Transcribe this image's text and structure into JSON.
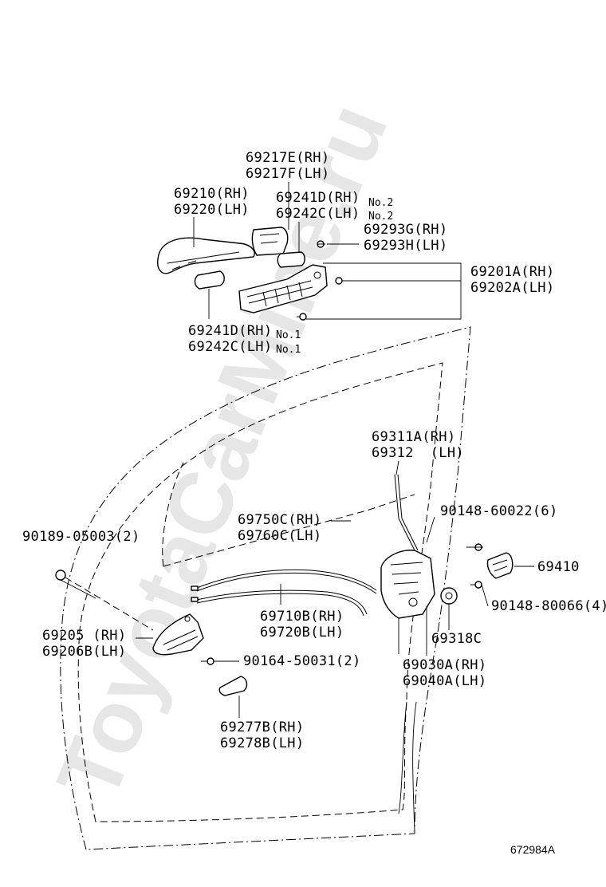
{
  "watermark": "ToyotaCarMine.ru",
  "figure_number": "672984A",
  "callouts": {
    "hood_rh": "69217E(RH)",
    "hood_lh": "69217F(LH)",
    "handle_rh": "69210(RH)",
    "handle_lh": "69220(LH)",
    "pad_no2_rh": "69241D(RH)",
    "pad_no2_lh": "69242C(LH)",
    "no2_a": "No.2",
    "no2_b": "No.2",
    "spring_rh": "69293G(RH)",
    "spring_lh": "69293H(LH)",
    "frame_rh": "69201A(RH)",
    "frame_lh": "69202A(LH)",
    "pad_no1_rh": "69241D(RH)",
    "pad_no1_lh": "69242C(LH)",
    "no1_a": "No.1",
    "no1_b": "No.1",
    "rod_rh": "69311A(RH)",
    "rod_lh": "69312  (LH)",
    "screw_60022": "90148-60022(6)",
    "screw_05003": "90189-05003(2)",
    "cable_upper_rh": "69750C(RH)",
    "cable_upper_lh": "69760C(LH)",
    "striker": "69410",
    "screw_80066": "90148-80066(4)",
    "cable_lower_rh": "69710B(RH)",
    "cable_lower_lh": "69720B(LH)",
    "inside_handle_rh": "69205 (RH)",
    "inside_handle_lh": "69206B(LH)",
    "washer": "69318C",
    "screw_50031": "90164-50031(2)",
    "lock_rh": "69030A(RH)",
    "lock_lh": "69040A(LH)",
    "bezel_rh": "69277B(RH)",
    "bezel_lh": "69278B(LH)"
  }
}
